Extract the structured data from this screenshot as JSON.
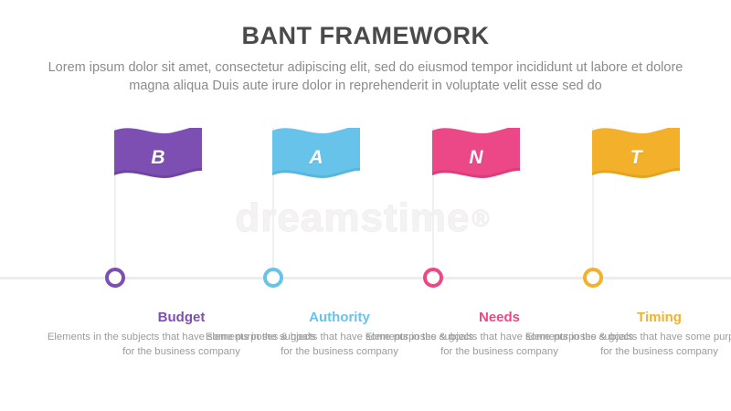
{
  "header": {
    "title": "BANT FRAMEWORK",
    "subtitle": "Lorem ipsum dolor sit amet, consectetur adipiscing elit, sed do eiusmod tempor incididunt ut labore et dolore magna aliqua Duis aute irure dolor in reprehenderit in voluptate velit esse sed do"
  },
  "watermark": {
    "text": "dreamstime",
    "symbol": "®"
  },
  "timeline": {
    "line_color": "#ededed",
    "pole_color": "#f0f0f0"
  },
  "columns": [
    {
      "letter": "B",
      "title": "Budget",
      "description": "Elements in the subjects that have  some purposes & goals for the  business company",
      "color": "#7d4fb2",
      "color_shadow": "#6f449f"
    },
    {
      "letter": "A",
      "title": "Authority",
      "description": "Elements in the subjects that have  some purposes & goals for the  business company",
      "color": "#68c3ea",
      "color_shadow": "#57b5de"
    },
    {
      "letter": "N",
      "title": "Needs",
      "description": "Elements in the subjects that have  some purposes & goals for the  business company",
      "color": "#ec4786",
      "color_shadow": "#dd3c79"
    },
    {
      "letter": "T",
      "title": "Timing",
      "description": "Elements in the subjects that have  some purposes & goals for the  business company",
      "color": "#f3b12b",
      "color_shadow": "#e6a321"
    }
  ]
}
